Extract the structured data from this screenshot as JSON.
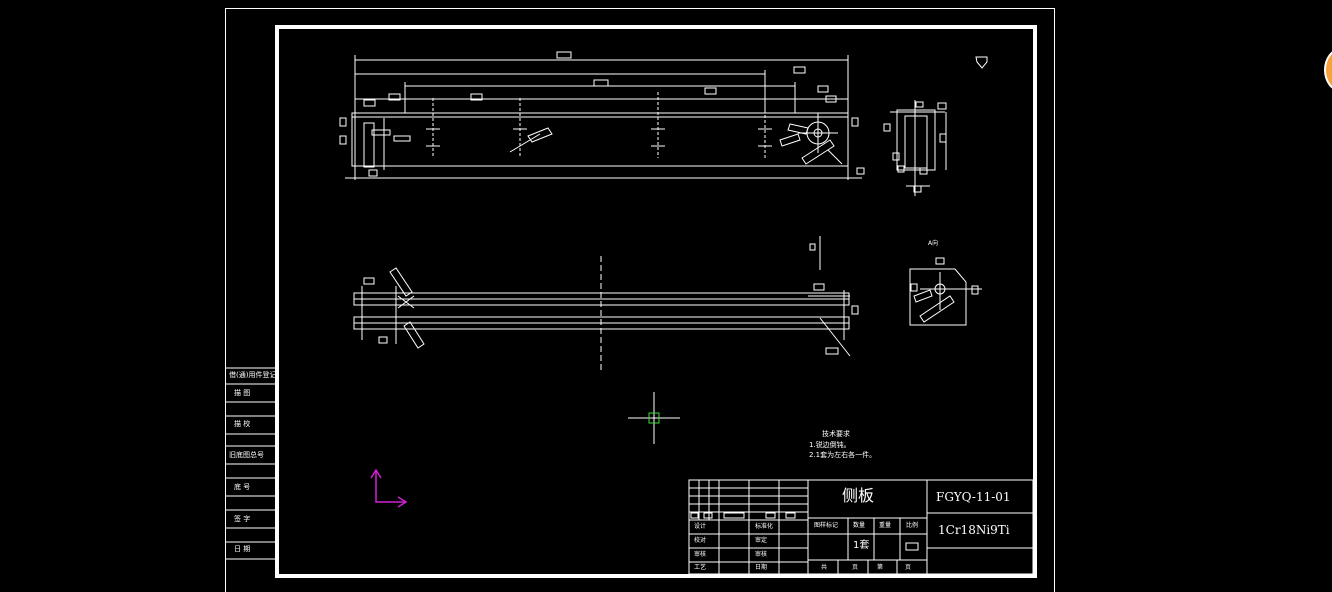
{
  "colors": {
    "background": "#000000",
    "lines": "#ffffff",
    "cursor": "#3ddc3d",
    "ucs": "#d020d0",
    "accent_button": "#f7a13a"
  },
  "side_table": {
    "rows": [
      "借(通)用件登记",
      "描 图",
      "描 校",
      "旧底图总号",
      "底 号",
      "签 字",
      "日 期"
    ]
  },
  "technical_requirements": {
    "title": "技术要求",
    "items": [
      "1.锐边倒钝。",
      "2.1套为左右各一件。"
    ]
  },
  "view_label": "A向",
  "title_block": {
    "part_name": "侧板",
    "drawing_number": "FGYQ-11-01",
    "material": "1Cr18Ni9Ti",
    "quantity": "1套",
    "header_labels": [
      "图样标记",
      "数量",
      "重量",
      "比例"
    ],
    "left_labels": [
      [
        "设计",
        "标准化"
      ],
      [
        "校对",
        "审定"
      ],
      [
        "审核",
        "审核"
      ],
      [
        "工艺",
        "日期"
      ]
    ],
    "footer": [
      "共",
      "页",
      "第",
      "页"
    ]
  },
  "icons": {
    "cursor": "crosshair-pickbox-icon",
    "ucs": "ucs-axis-icon",
    "corner": "app-button-icon"
  }
}
